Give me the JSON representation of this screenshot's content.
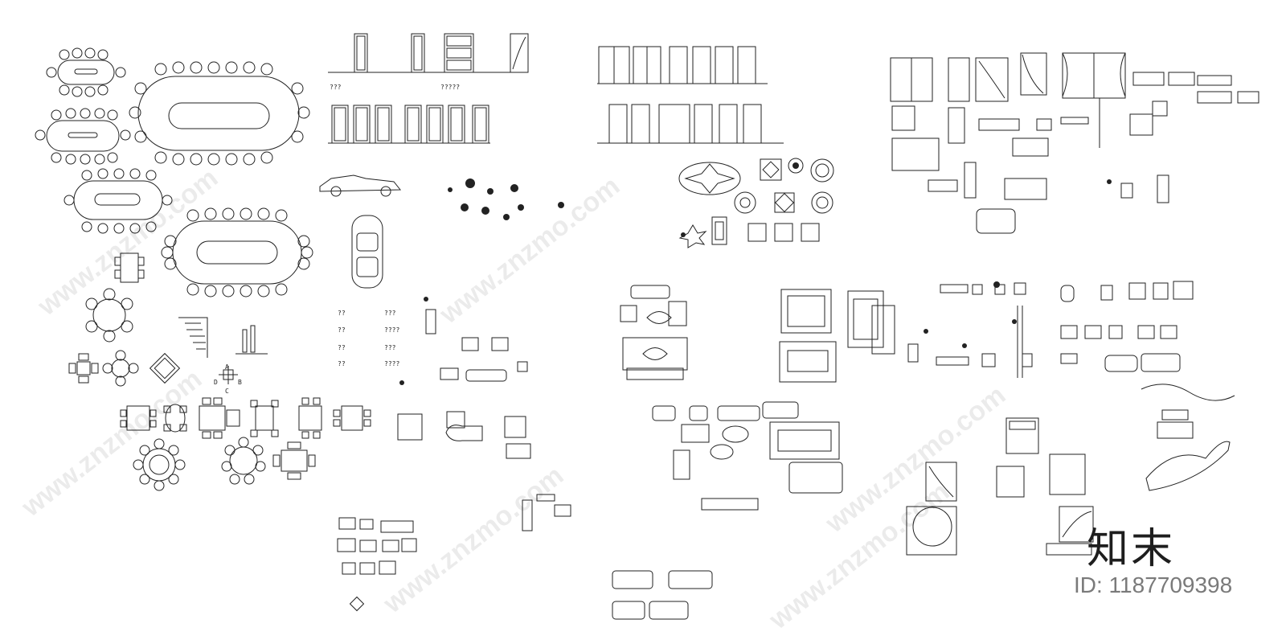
{
  "watermark_text": "www.znzmo.com",
  "small_labels": [
    "???",
    "?????"
  ],
  "legend_codes": [
    "??",
    "??",
    "??",
    "??",
    "???",
    "????",
    "???",
    "????"
  ],
  "compass_letters": {
    "north": "A",
    "west": "D",
    "east": "B",
    "south": "C"
  },
  "logo_text": "知末",
  "id_text": "ID: 1187709398",
  "stroke_color": "#222222"
}
